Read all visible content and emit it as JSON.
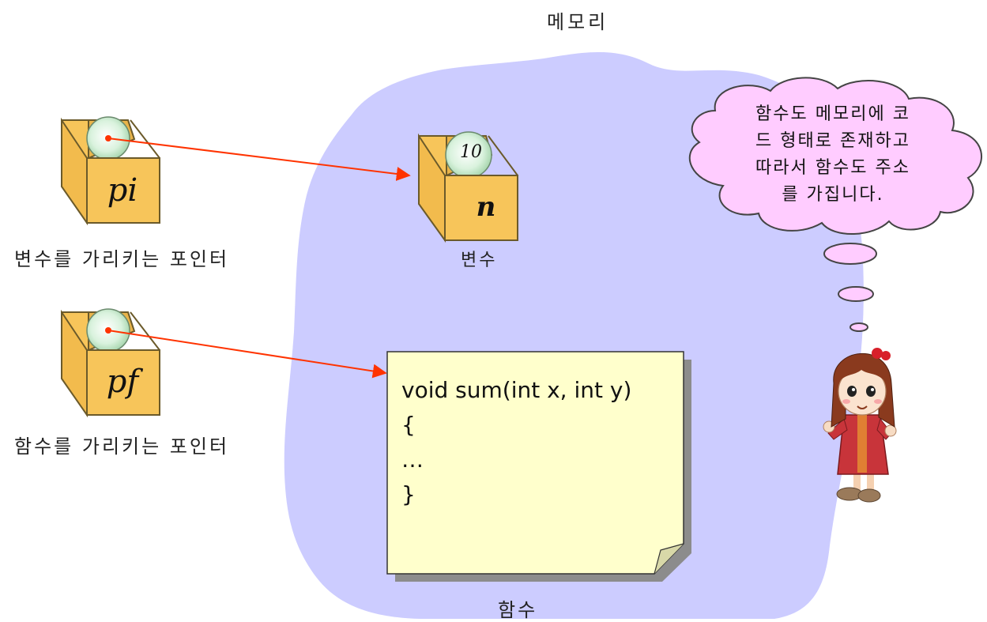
{
  "diagram": {
    "memory_title": "메모리",
    "pointer_to_variable": {
      "name": "pi",
      "caption": "변수를 가리키는 포인터"
    },
    "pointer_to_function": {
      "name": "pf",
      "caption": "함수를 가리키는 포인터"
    },
    "variable": {
      "name": "n",
      "value": "10",
      "caption": "변수"
    },
    "function": {
      "caption": "함수",
      "code_lines": [
        "void sum(int x, int y)",
        "{",
        "…",
        "}"
      ]
    },
    "speech_bubble": {
      "lines": [
        "함수도 메모리에 코",
        "드 형태로 존재하고",
        "따라서 함수도 주소",
        "를 가집니다."
      ]
    },
    "colors": {
      "memory_blob": "#ccccff",
      "box": "#f7c55a",
      "code_note": "#ffffcc",
      "speech_bubble": "#ffccff",
      "arrow": "#ff3300"
    },
    "icons": [
      "box-icon",
      "ball-icon",
      "arrow-icon",
      "cloud-icon",
      "girl-character-icon"
    ]
  }
}
